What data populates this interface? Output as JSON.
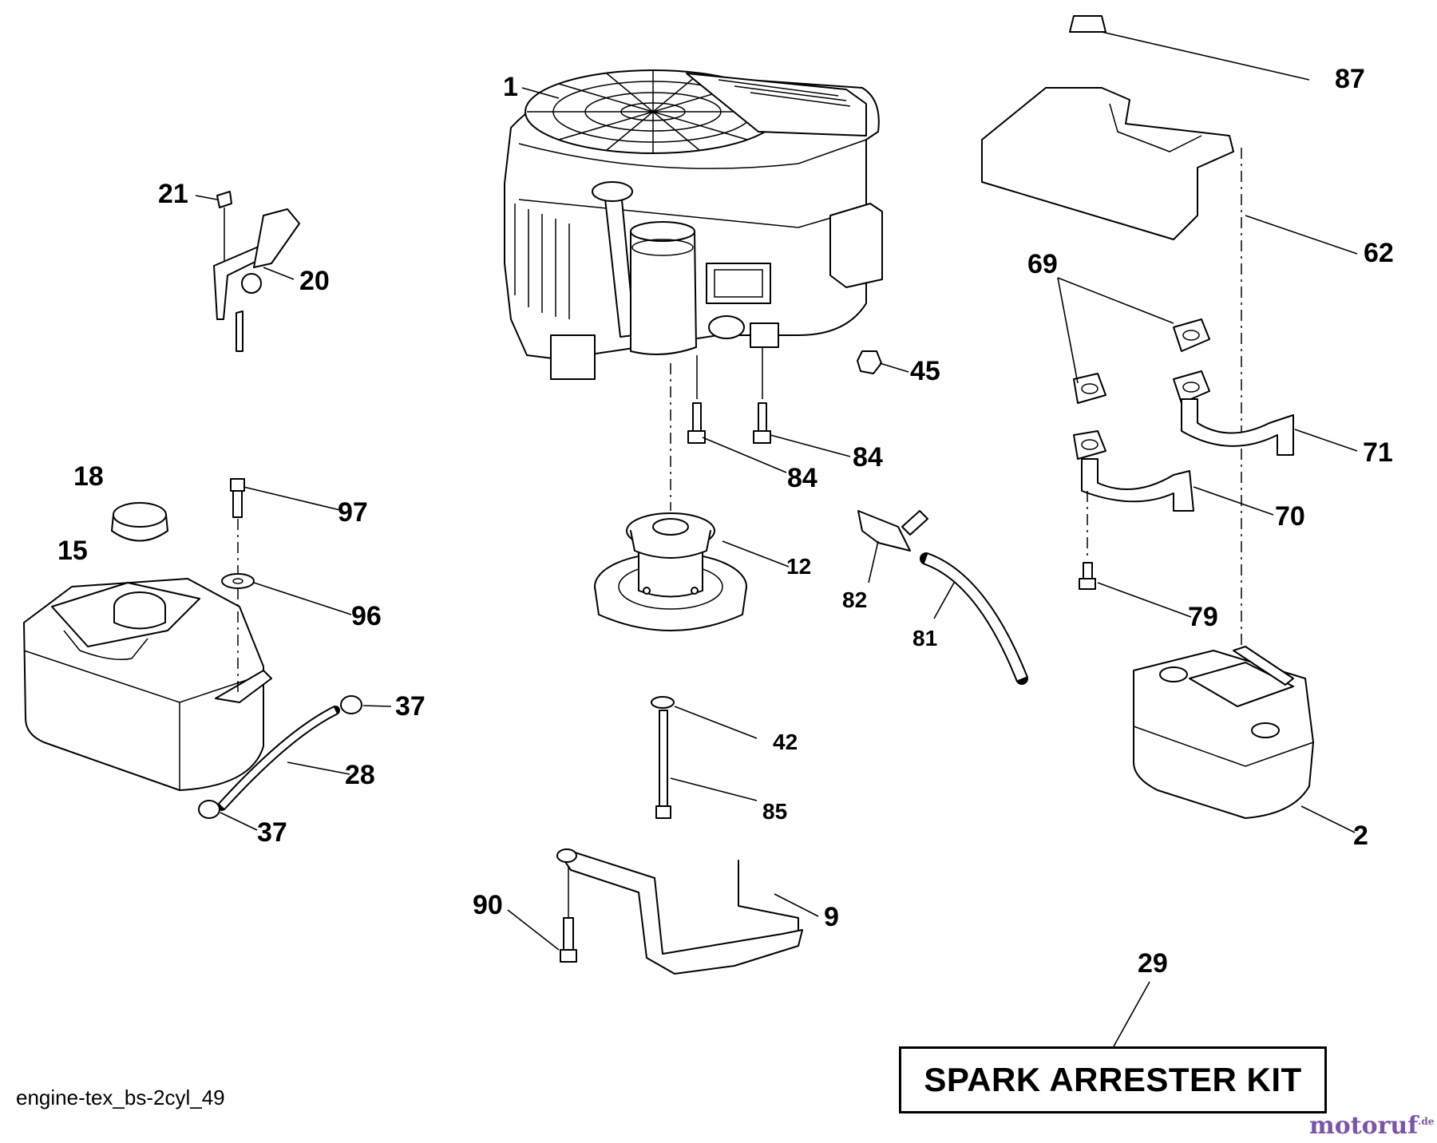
{
  "diagram": {
    "code": "engine-tex_bs-2cyl_49",
    "kit_label": "SPARK ARRESTER KIT",
    "watermark": "motoruf",
    "watermark_suffix": ".de"
  },
  "callouts": {
    "c1": "1",
    "c2": "2",
    "c9": "9",
    "c12": "12",
    "c15": "15",
    "c18": "18",
    "c20": "20",
    "c21": "21",
    "c28": "28",
    "c29": "29",
    "c37a": "37",
    "c37b": "37",
    "c42": "42",
    "c45": "45",
    "c62": "62",
    "c69": "69",
    "c70": "70",
    "c71": "71",
    "c79": "79",
    "c81": "81",
    "c82": "82",
    "c84a": "84",
    "c84b": "84",
    "c85": "85",
    "c87": "87",
    "c90": "90",
    "c96": "96",
    "c97": "97"
  },
  "colors": {
    "line": "#000000",
    "background": "#ffffff",
    "watermark": "#7a55a8"
  }
}
